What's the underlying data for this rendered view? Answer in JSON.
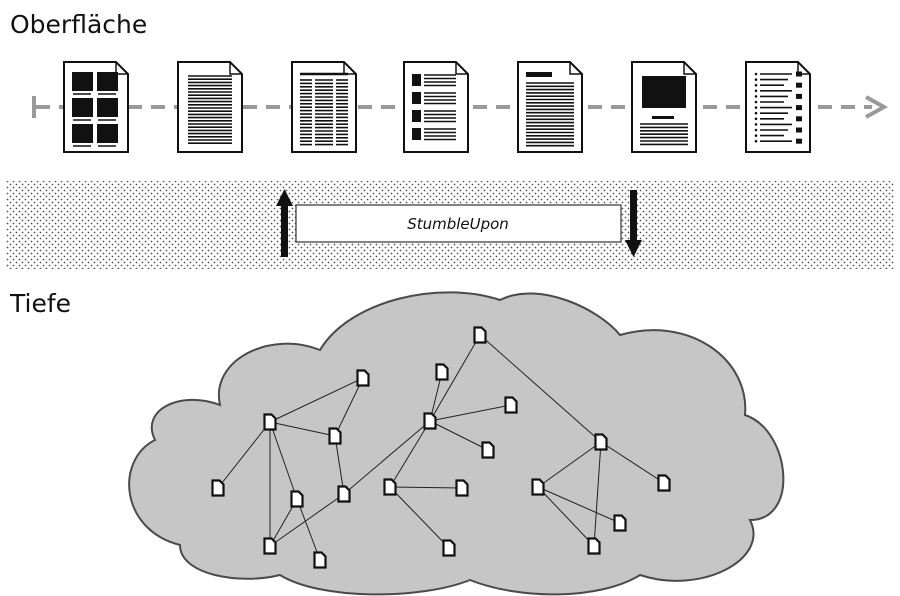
{
  "labels": {
    "surface": "Oberfläche",
    "depth": "Tiefe",
    "service": "StumbleUpon"
  },
  "colors": {
    "ink": "#111111",
    "arrow_dash": "#9a9a9a",
    "cloud_fill": "#c6c6c6",
    "cloud_stroke": "#4a4a4a",
    "band_dots": "#555555"
  },
  "icons": [
    "surface-page-grid-icon",
    "surface-page-text-icon",
    "surface-page-columns-icon",
    "surface-page-list-icon",
    "surface-page-article-icon",
    "surface-page-media-icon",
    "surface-page-bulleted-icon",
    "arrow-up-icon",
    "arrow-down-icon",
    "document-node-icon"
  ]
}
